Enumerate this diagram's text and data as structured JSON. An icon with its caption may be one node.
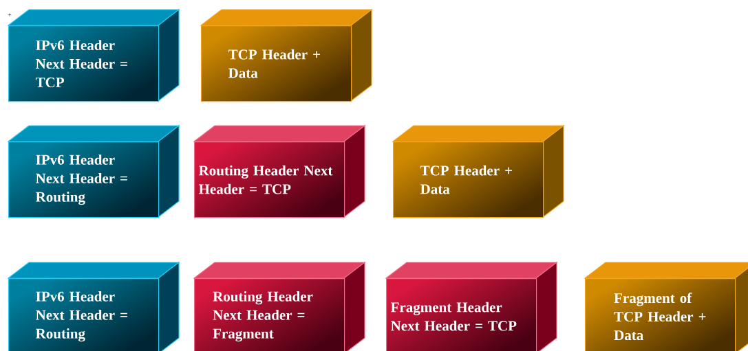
{
  "diagram": {
    "nodes": [
      {
        "text": [
          "IPv6 Header Next Header = TCP"
        ]
      },
      {
        "text": [
          "TCP Header + Data"
        ]
      },
      {
        "text": [
          "IPv6 Header Next Header = Routing"
        ]
      },
      {
        "text": [
          "Routing Header Next Header = TCP"
        ]
      },
      {
        "text": [
          "TCP Header + Data"
        ]
      },
      {
        "text": [
          "IPv6 Header Next Header = Routing"
        ]
      },
      {
        "text": [
          "Routing Header Next Header = Fragment"
        ]
      },
      {
        "text": [
          "Fragment Header Next Header = TCP"
        ]
      },
      {
        "text": [
          "Fragment of TCP Header + Data"
        ]
      }
    ],
    "labels": [
      "+"
    ]
  }
}
